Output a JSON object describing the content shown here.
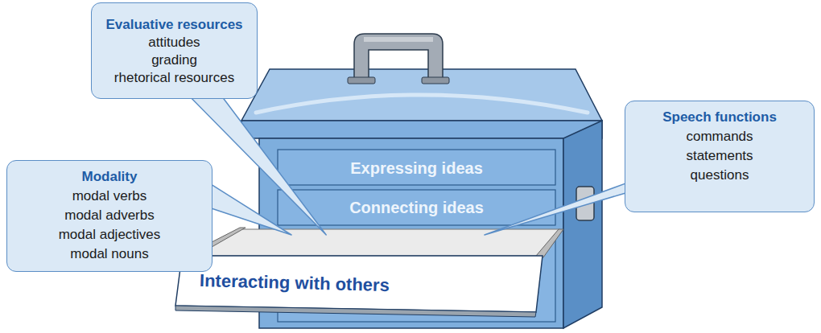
{
  "diagram": {
    "nodes": [
      {
        "text": [
          "Evaluative resources",
          "attitudes",
          "grading",
          "rhetorical resources"
        ]
      },
      {
        "text": [
          "Modality",
          "modal verbs",
          "modal adverbs",
          "modal adjectives",
          "modal nouns"
        ]
      },
      {
        "text": [
          "Expressing ideas"
        ]
      },
      {
        "text": [
          "Connecting ideas"
        ]
      },
      {
        "text": [
          "Interacting with others"
        ]
      },
      {
        "text": [
          "Speech functions",
          "commands",
          "statements",
          "questions"
        ]
      }
    ],
    "edges": [
      {
        "from": 0,
        "to": 4,
        "arrow": "none"
      },
      {
        "from": 1,
        "to": 4,
        "arrow": "none"
      },
      {
        "from": 5,
        "to": 4,
        "arrow": "none"
      }
    ]
  }
}
